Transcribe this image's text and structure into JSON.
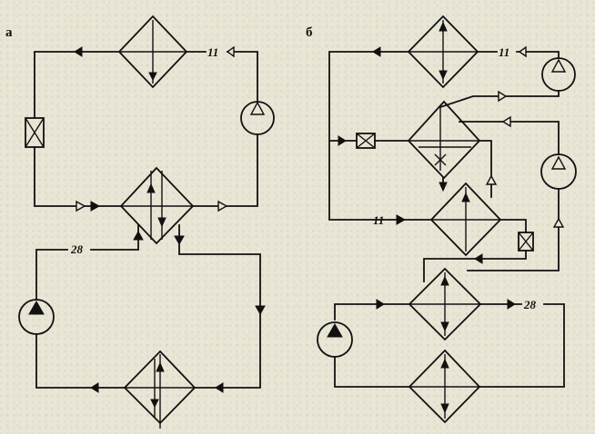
{
  "panels": {
    "a": {
      "label": "а"
    },
    "b": {
      "label": "б"
    }
  },
  "stream_labels": {
    "a_top": "11",
    "a_left": "28",
    "b_top": "11",
    "b_mid": "11",
    "b_right": "28"
  },
  "colors": {
    "ink": "#111111",
    "paper": "#e9e6d6"
  },
  "icons": [
    "heat-exchanger-icon",
    "pump-icon",
    "valve-icon",
    "flow-arrow-icon"
  ]
}
